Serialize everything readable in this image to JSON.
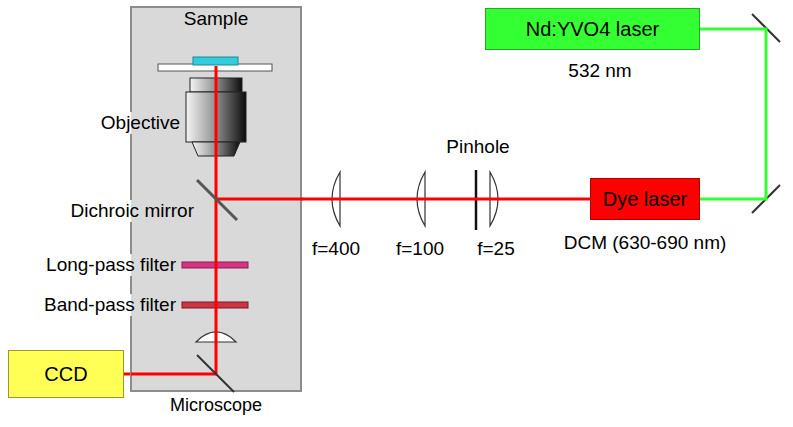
{
  "diagram": {
    "nodes": [
      {
        "text": [
          "Microscope"
        ]
      },
      {
        "text": [
          "Nd:YVO4 laser"
        ]
      },
      {
        "text": [
          "Dye laser"
        ]
      },
      {
        "text": [
          "CCD"
        ]
      }
    ],
    "edges": [
      {
        "from": 1,
        "to": 2,
        "arrow": "none"
      },
      {
        "from": 2,
        "to": 0,
        "arrow": "none"
      },
      {
        "from": 0,
        "to": 3,
        "arrow": "none"
      }
    ],
    "labels": [
      "Sample",
      "Objective",
      "Dichroic mirror",
      "Long-pass filter",
      "Band-pass filter",
      "Pinhole",
      "f=400",
      "f=100",
      "f=25",
      "532 nm",
      "DCM (630-690 nm)"
    ]
  }
}
